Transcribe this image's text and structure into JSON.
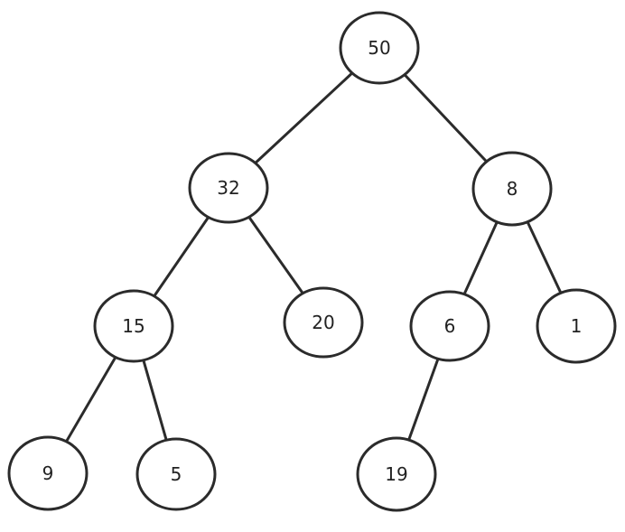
{
  "tree": {
    "nodes": [
      {
        "id": "n50",
        "label": "50"
      },
      {
        "id": "n32",
        "label": "32"
      },
      {
        "id": "n8",
        "label": "8"
      },
      {
        "id": "n15",
        "label": "15"
      },
      {
        "id": "n20",
        "label": "20"
      },
      {
        "id": "n6",
        "label": "6"
      },
      {
        "id": "n1",
        "label": "1"
      },
      {
        "id": "n9",
        "label": "9"
      },
      {
        "id": "n5",
        "label": "5"
      },
      {
        "id": "n19",
        "label": "19"
      }
    ],
    "edges": [
      {
        "from": "n50",
        "to": "n32"
      },
      {
        "from": "n50",
        "to": "n8"
      },
      {
        "from": "n32",
        "to": "n15"
      },
      {
        "from": "n32",
        "to": "n20"
      },
      {
        "from": "n8",
        "to": "n6"
      },
      {
        "from": "n8",
        "to": "n1"
      },
      {
        "from": "n15",
        "to": "n9"
      },
      {
        "from": "n15",
        "to": "n5"
      },
      {
        "from": "n6",
        "to": "n19"
      }
    ]
  }
}
